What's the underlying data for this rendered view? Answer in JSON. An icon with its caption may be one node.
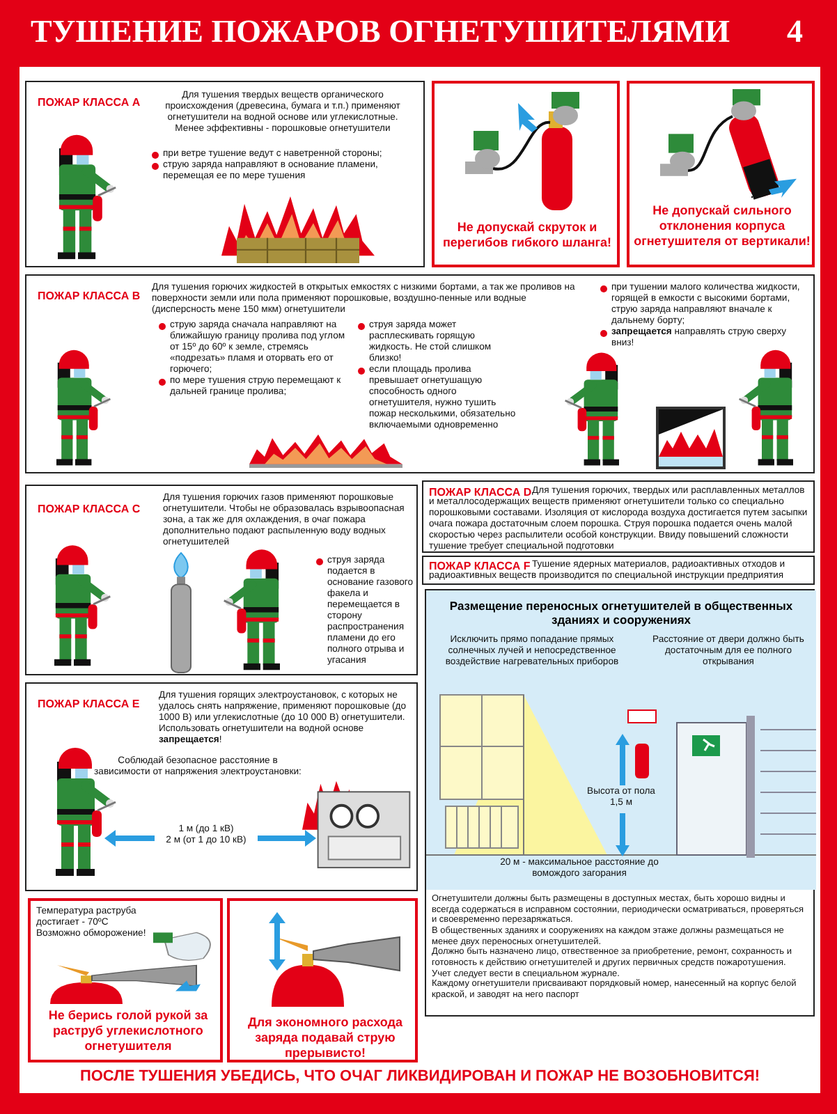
{
  "diagram": {
    "title": "ТУШЕНИЕ ПОЖАРОВ ОГНЕТУШИТЕЛЯМИ",
    "caption": "ПОСЛЕ ТУШЕНИЯ УБЕДИСЬ, ЧТО ОЧАГ ЛИКВИДИРОВАН И ПОЖАР НЕ ВОЗОБНОВИТСЯ!",
    "nodes": [
      {
        "text": [
          "ПОЖАР КЛАССА А",
          "Для тушения твердых веществ органического происхождения (древесина, бумага и т.п.) применяют огнетушители на водной основе или углекислотные.",
          "Менее эффективны - порошковые огнетушители",
          "при ветре тушение ведут с наветренной стороны;",
          "струю заряда направляют в основание пламени, перемещая ее по мере тушения"
        ]
      },
      {
        "text": [
          "Не допускай скруток и перегибов гибкого шланга!"
        ]
      },
      {
        "text": [
          "Не допускай сильного отклонения корпуса огнетушителя от вертикали!"
        ]
      },
      {
        "text": [
          "ПОЖАР КЛАССА В",
          "Для тушения горючих жидкостей в открытых емкостях с низкими бортами, а так же проливов на поверхности земли или пола применяют порошковые, воздушно-пенные или водные (дисперсность мене 150 мкм) огнетушители",
          "струю заряда сначала направляют на ближайшую границу пролива под углом от 15º до 60º к земле, стремясь «подрезать» пламя и оторвать его от горючего;",
          "по мере тушения струю перемещают к дальней границе пролива;",
          "струя заряда может расплескивать горящую жидкость. Не стой слишком близко!",
          "если площадь пролива превышает огнетушащую способность одного огнетушителя, нужно тушить пожар несколькими, обязательно включаемыми одновременно",
          "при тушении малого количества жидкости, горящей в емкости с высокими бортами, струю заряда направляют вначале к дальнему борту;",
          "**запрещается** направлять струю сверху вниз!"
        ]
      },
      {
        "text": [
          "ПОЖАР КЛАССА С",
          "Для тушения горючих газов применяют порошковые огнетушители. Чтобы не образовалась взрывоопасная зона, а так же для охлаждения, в очаг пожара дополнительно подают распыленную воду водных огнетушителей",
          "струя заряда подается в основание газового факела и перемещается в сторону распространения пламени до его полного отрыва и угасания"
        ]
      },
      {
        "text": [
          "ПОЖАР КЛАССА D",
          "Для тушения горючих, твердых или расплавленных металлов и металлосодержащих веществ применяют огнетушители только со специально порошковыми составами. Изоляция от кислорода воздуха достигается путем засыпки очага пожара достаточным слоем порошка. Струя порошка подается очень малой скоростью через распылители особой конструкции. Ввиду повышений сложности тушение требует специальной подготовки"
        ]
      },
      {
        "text": [
          "ПОЖАР КЛАССА F",
          "Тушение ядерных материалов, радиоактивных отходов и радиоактивных веществ производится по специальной инструкции предприятия"
        ]
      },
      {
        "text": [
          "Размещение переносных огнетушителей в общественных зданиях и сооружениях",
          "Исключить прямо попадание прямых солнечных лучей и непосредственное воздействие нагревательных приборов",
          "Расстояние от двери должно быть достаточным для ее полного открывания",
          "Высота от пола 1,5 м",
          "20 м - максимальное расстояние до вомождого загорания",
          "Огнетушители должны быть размещены в доступных местах, быть хорошо видны и всегда содержаться в исправном состоянии, периодически осматриваться, проверяться и своевременно перезаряжаться.",
          "В общественных зданиях и сооружениях на каждом этаже должны размещаться не менее двух переносных огнетушителей.",
          "Должно быть назначено лицо, отвественное за приобретение, ремонт, сохранность и готовность к действию огнетушителей и других первичных средств пожаротушения.",
          "Учет следует вести в специальном журнале.",
          "Каждому огнетушители присваивают порядковый номер, нанесенный на корпус белой краской, и заводят на него паспорт"
        ]
      },
      {
        "text": [
          "ПОЖАР КЛАССА Е",
          "Для тушения горящих электроустановок, с которых не удалось снять напряжение, применяют порошковые (до 1000 В) или углекислотные (до 10 000 В) огнетушители. Использовать огнетушители на водной основе **запрещается**!",
          "Соблюдай безопасное расстояние в зависимости от напряжения электроустановки:",
          "1 м (до 1 кВ)",
          "2 м (от 1 до 10 кВ)"
        ]
      },
      {
        "text": [
          "Температура раструба достигает - 70ºC Возможно обморожение!",
          "Не берись голой рукой за раструб углекислотного огнетушителя"
        ]
      },
      {
        "text": [
          "Для экономного расхода заряда подавай струю прерывисто!"
        ]
      }
    ],
    "labels": [
      "4"
    ]
  }
}
